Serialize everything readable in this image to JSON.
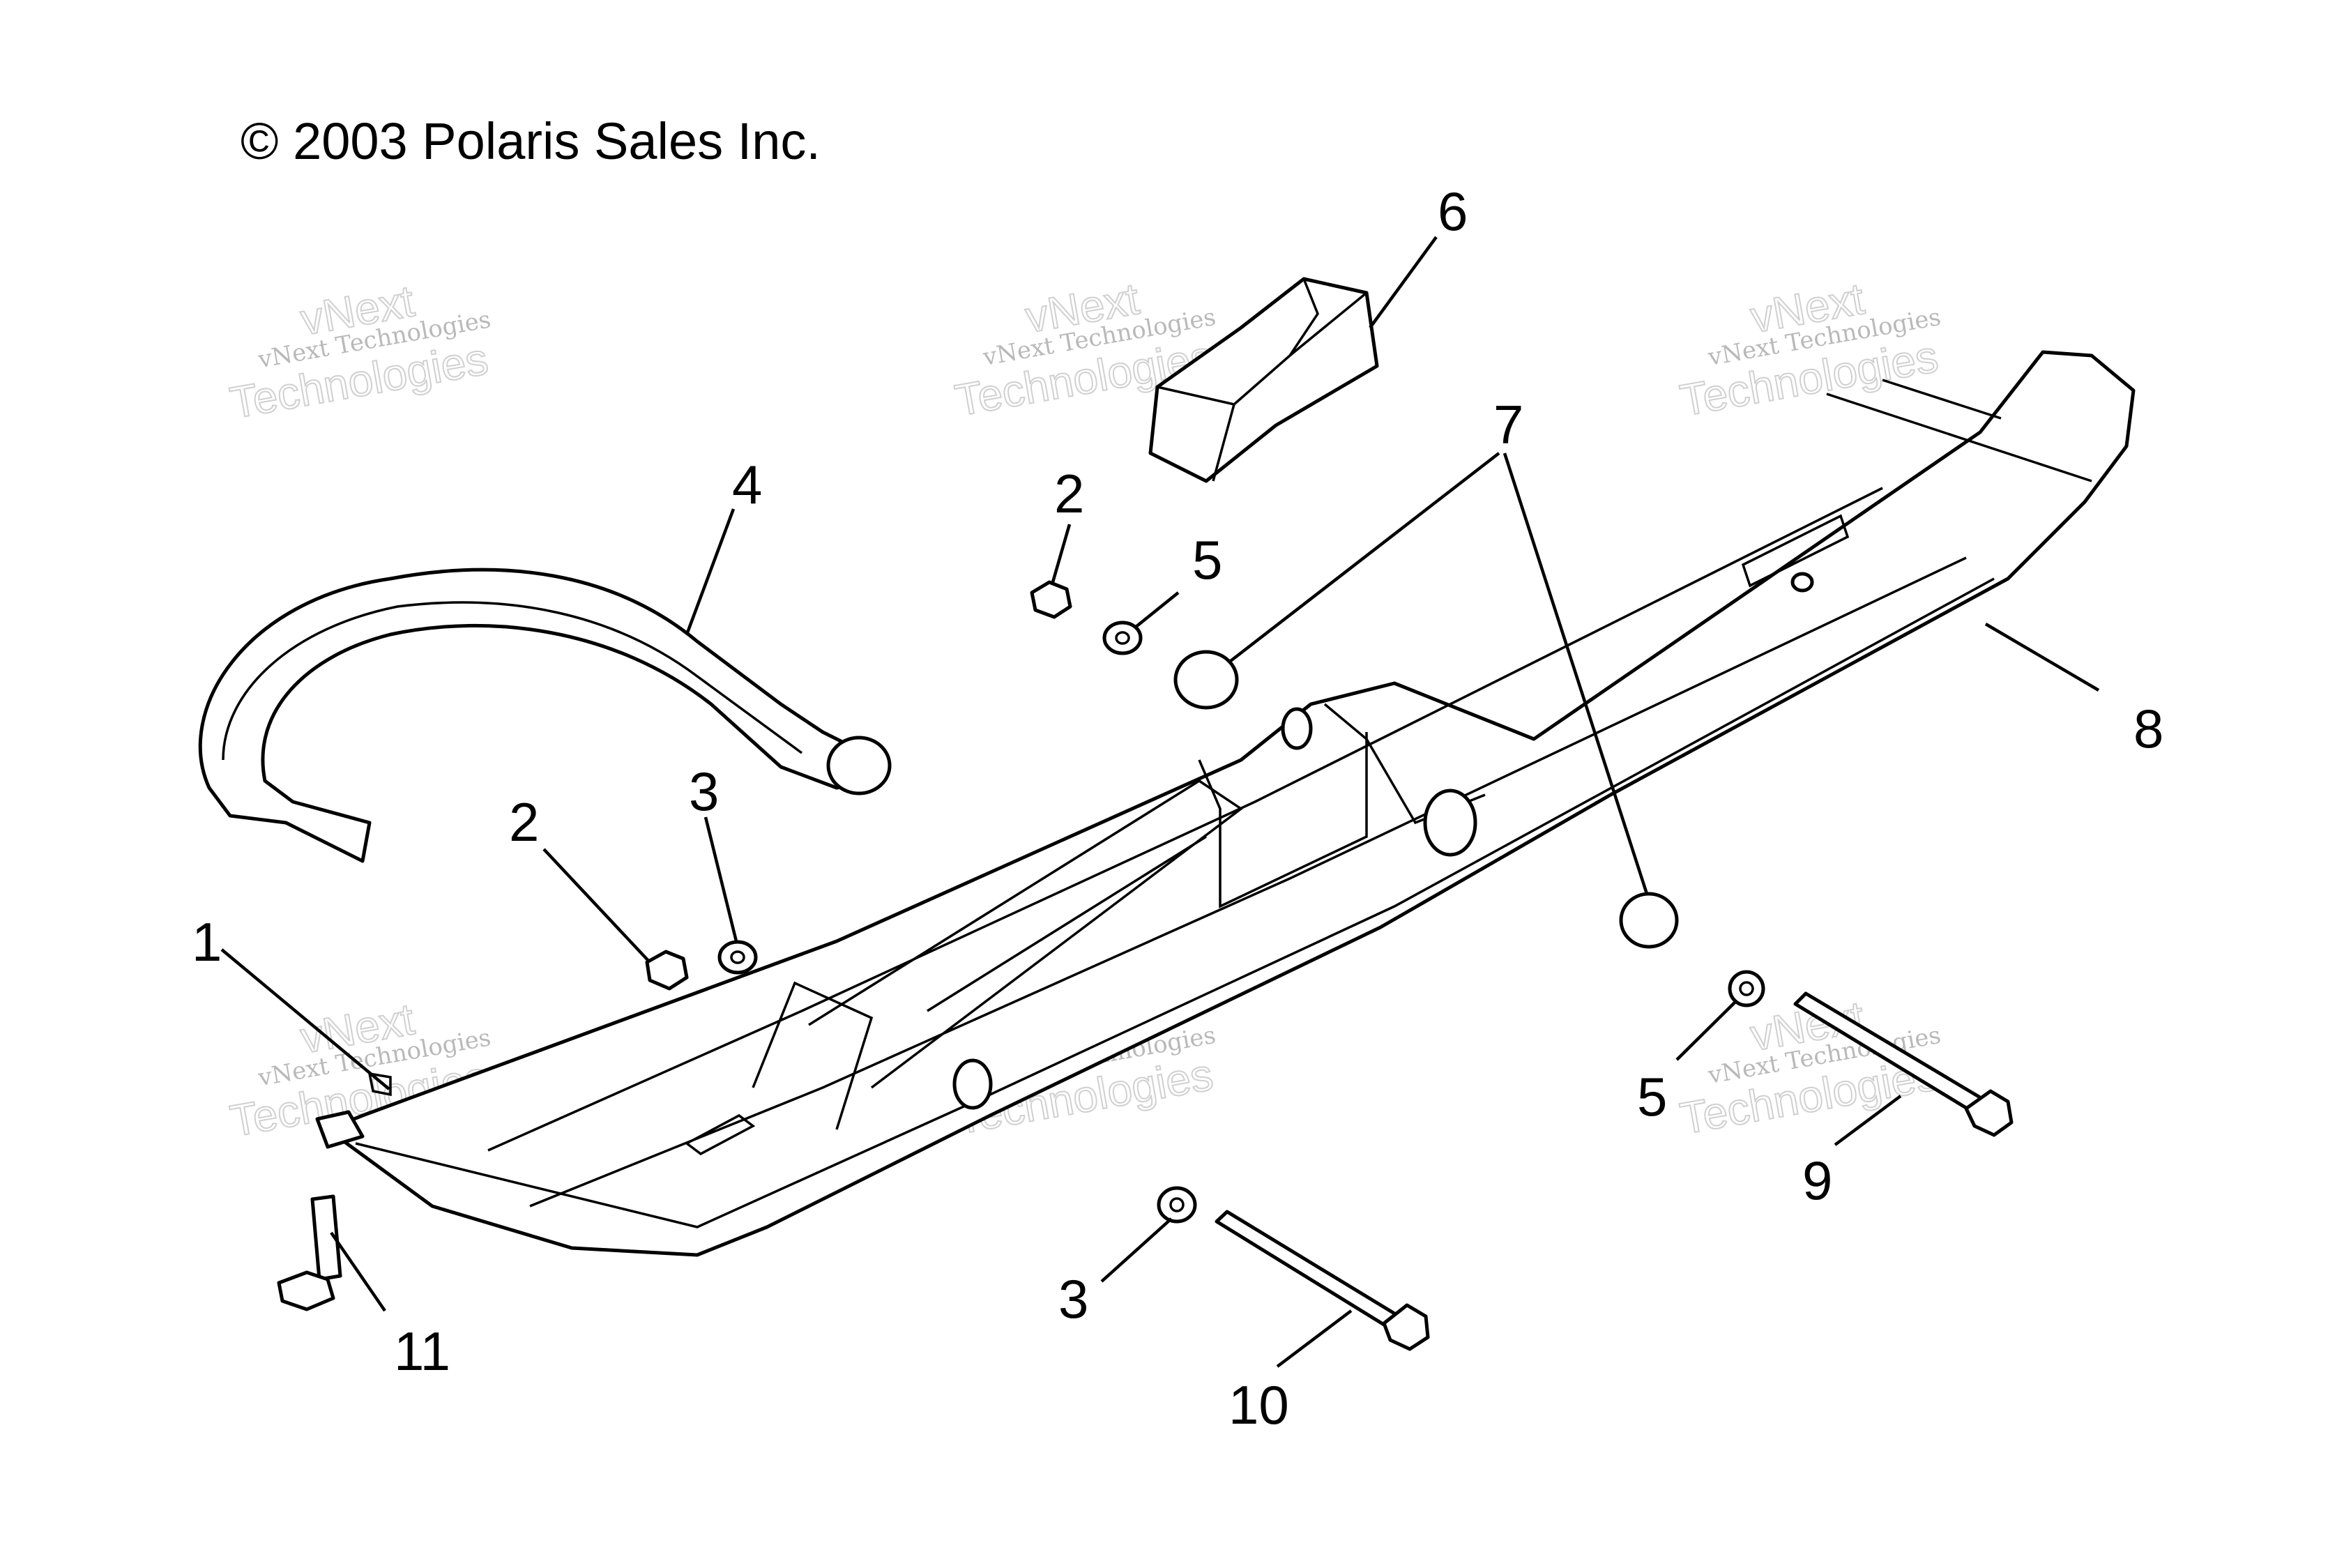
{
  "copyright": "© 2003 Polaris Sales Inc.",
  "watermark": {
    "line1": "vNext Technologies",
    "line2": "vNext",
    "line3": "Technologies"
  },
  "callouts": {
    "c1": "1",
    "c2a": "2",
    "c2b": "2",
    "c3a": "3",
    "c3b": "3",
    "c4": "4",
    "c5a": "5",
    "c5b": "5",
    "c6": "6",
    "c7": "7",
    "c8": "8",
    "c9": "9",
    "c10": "10",
    "c11": "11"
  }
}
